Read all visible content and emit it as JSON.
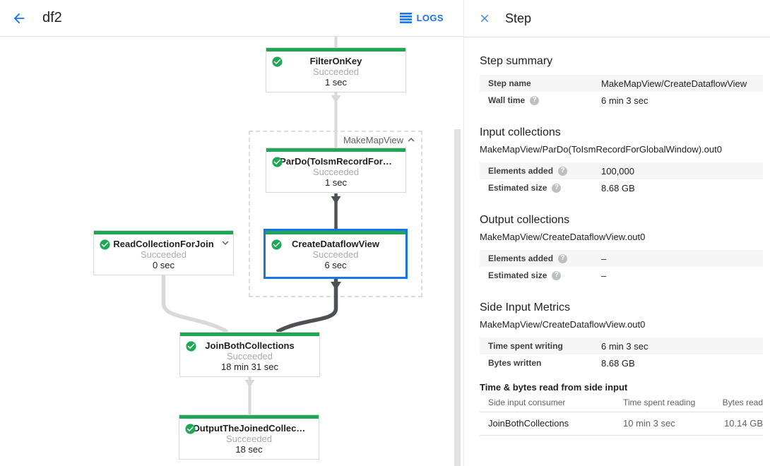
{
  "header": {
    "title": "df2",
    "logs_label": "LOGS"
  },
  "icons": {
    "help_glyph": "?"
  },
  "colors": {
    "accent_blue": "#1a73e8",
    "success_green": "#1fa755",
    "edge_light": "#d9d9d9",
    "edge_dark": "#4d5156"
  },
  "graph": {
    "group_label": "MakeMapView",
    "nodes": {
      "filteronkey": {
        "title": "FilterOnKey",
        "status": "Succeeded",
        "time": "1 sec"
      },
      "pardo": {
        "title": "ParDo(ToIsmRecordFor…",
        "status": "Succeeded",
        "time": "1 sec"
      },
      "createdataflowview": {
        "title": "CreateDataflowView",
        "status": "Succeeded",
        "time": "6 sec"
      },
      "readcollectionforjoin": {
        "title": "ReadCollectionForJoin",
        "status": "Succeeded",
        "time": "0 sec"
      },
      "joinbothcollections": {
        "title": "JoinBothCollections",
        "status": "Succeeded",
        "time": "18 min 31 sec"
      },
      "outputthejoined": {
        "title": "OutputTheJoinedCollec…",
        "status": "Succeeded",
        "time": "18 sec"
      }
    }
  },
  "panel": {
    "title": "Step",
    "step_summary": {
      "heading": "Step summary",
      "rows": [
        {
          "label": "Step name",
          "value": "MakeMapView/CreateDataflowView"
        },
        {
          "label": "Wall time",
          "value": "6 min 3 sec"
        }
      ]
    },
    "input_collections": {
      "heading": "Input collections",
      "collection": "MakeMapView/ParDo(ToIsmRecordForGlobalWindow).out0",
      "rows": [
        {
          "label": "Elements added",
          "value": "100,000"
        },
        {
          "label": "Estimated size",
          "value": "8.68 GB"
        }
      ]
    },
    "output_collections": {
      "heading": "Output collections",
      "collection": "MakeMapView/CreateDataflowView.out0",
      "rows": [
        {
          "label": "Elements added",
          "value": "–"
        },
        {
          "label": "Estimated size",
          "value": "–"
        }
      ]
    },
    "side_input_metrics": {
      "heading": "Side Input Metrics",
      "collection": "MakeMapView/CreateDataflowView.out0",
      "rows": [
        {
          "label": "Time spent writing",
          "value": "6 min 3 sec"
        },
        {
          "label": "Bytes written",
          "value": "8.68 GB"
        }
      ]
    },
    "side_input_table": {
      "title": "Time & bytes read from side input",
      "columns": [
        "Side input consumer",
        "Time spent reading",
        "Bytes read"
      ],
      "rows": [
        [
          "JoinBothCollections",
          "10 min 3 sec",
          "10.14 GB"
        ]
      ]
    }
  }
}
